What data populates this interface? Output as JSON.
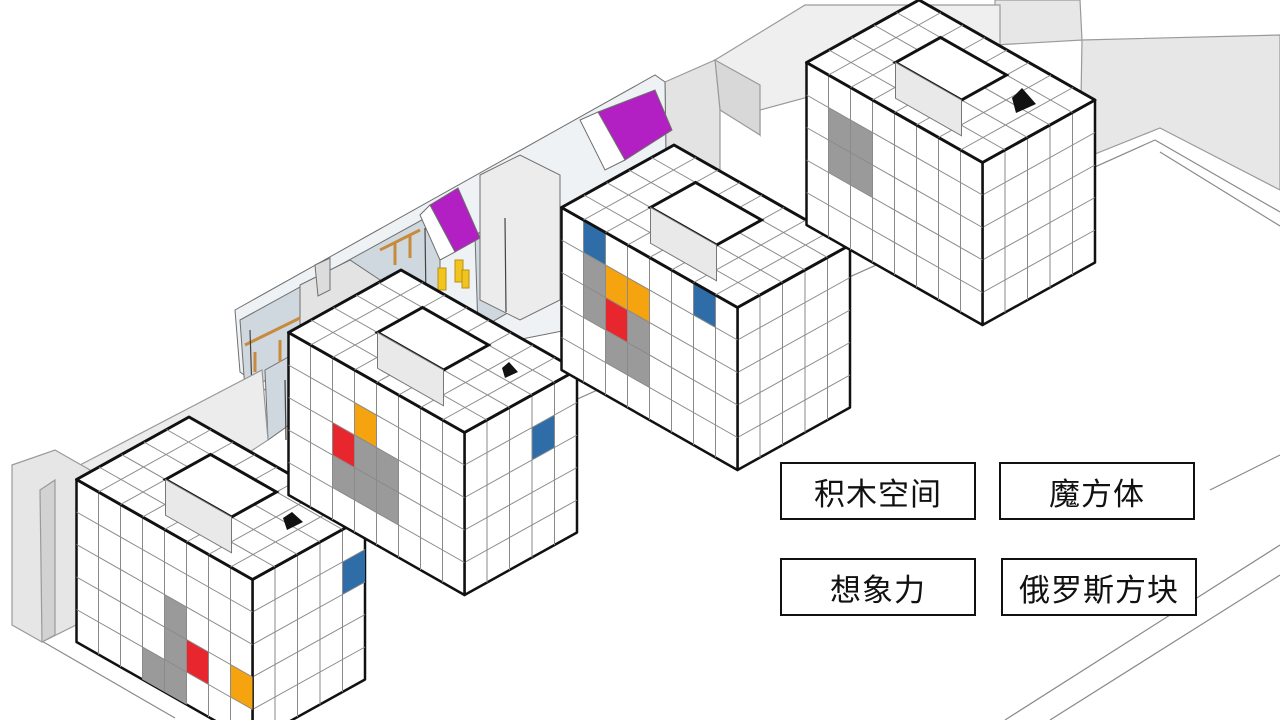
{
  "labels": {
    "tag_1": "积木空间",
    "tag_2": "魔方体",
    "tag_3": "想象力",
    "tag_4": "俄罗斯方块"
  },
  "colors": {
    "cube_red": "#e8262d",
    "cube_orange": "#f5a30f",
    "cube_blue": "#2f6da8",
    "cube_gray": "#9a9a9a",
    "roof_purple": "#b21fc2",
    "frame_wood": "#c88a3c",
    "chair_yellow": "#f2c41e",
    "glass": "#cfd8df"
  },
  "icons": [
    "pyramid-icon"
  ]
}
